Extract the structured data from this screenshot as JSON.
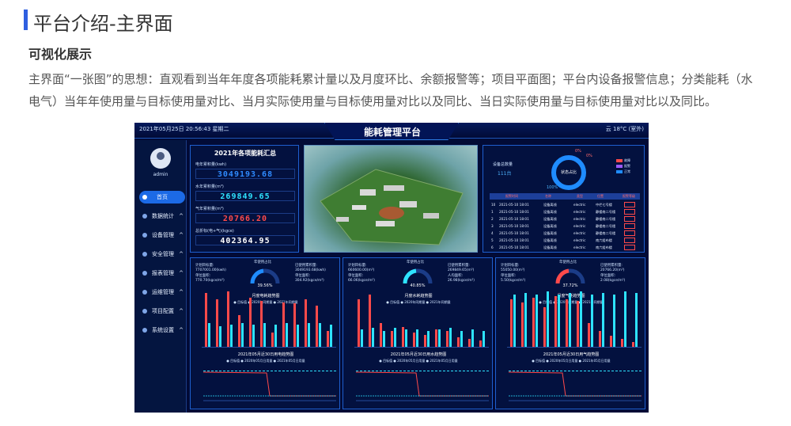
{
  "header": {
    "title": "平台介绍-主界面",
    "subtitle": "可视化展示",
    "description": "主界面“一张图”的思想：直观看到当年年度各项能耗累计量以及月度环比、余额报警等；项目平面图；平台内设备报警信息；分类能耗（水电气）当年年使用量与目标使用量对比、当月实际使用量与目标使用量对比以及同比、当日实际使用量与目标使用量对比以及同比。"
  },
  "dashboard": {
    "datetime": "2021年05月25日 20:56:43 星期二",
    "title": "能耗管理平台",
    "weather": "云    18°C (室外)",
    "user": "admin",
    "nav": [
      {
        "label": "首页",
        "active": true
      },
      {
        "label": "数据统计"
      },
      {
        "label": "设备管理"
      },
      {
        "label": "安全管理"
      },
      {
        "label": "报表管理"
      },
      {
        "label": "运维管理"
      },
      {
        "label": "项目配置"
      },
      {
        "label": "系统设置"
      }
    ],
    "nav_chevron": "^",
    "summary": {
      "title": "2021年各项能耗汇总",
      "items": [
        {
          "label": "电年累积量(kwh)",
          "value": "3049193.68",
          "color": "#2f8bff"
        },
        {
          "label": "水年累积量(m³)",
          "value": "269849.65",
          "color": "#2ee3ff"
        },
        {
          "label": "气年累积量(m³)",
          "value": "20766.20",
          "color": "#ff4a4a"
        },
        {
          "label": "总折标(电+气)(kgce)",
          "value": "402364.95",
          "color": "#ffffff"
        }
      ]
    },
    "alarm": {
      "sub_label": "设备总数量",
      "count": "111台",
      "ring_label": "状态占比",
      "pct_top": "0%",
      "pct_top2": "0%",
      "pct_bottom": "100%",
      "legend": [
        "故障",
        "报警",
        "正常"
      ],
      "legend_colors": [
        "#ff4a4a",
        "#9b59ff",
        "#1f8cff"
      ],
      "headers": [
        "报警时间",
        "名称",
        "类型",
        "位置",
        "报警等级"
      ],
      "rows": [
        {
          "no": "10",
          "time": "2021-05-10 18:01",
          "name": "设备离线",
          "type": "electric",
          "loc": "中栏七号楼"
        },
        {
          "no": "1",
          "time": "2021-05-10 18:01",
          "name": "设备离线",
          "type": "electric",
          "loc": "静楼南二号楼"
        },
        {
          "no": "2",
          "time": "2021-05-10 18:01",
          "name": "设备离线",
          "type": "electric",
          "loc": "静楼南二号楼"
        },
        {
          "no": "3",
          "time": "2021-05-10 18:01",
          "name": "设备离线",
          "type": "electric",
          "loc": "静楼南二号楼"
        },
        {
          "no": "4",
          "time": "2021-05-10 18:01",
          "name": "设备离线",
          "type": "electric",
          "loc": "静楼南二号楼"
        },
        {
          "no": "5",
          "time": "2021-05-10 18:01",
          "name": "设备离线",
          "type": "electric",
          "loc": "南六组布楼"
        },
        {
          "no": "6",
          "time": "2021-05-10 18:01",
          "name": "设备离线",
          "type": "electric",
          "loc": "南六组布楼"
        }
      ]
    },
    "bottom": [
      {
        "target_label": "计划目标量:",
        "target": "7707001.00(kwh)",
        "unit_label": "单位面积:",
        "unit": "770.70(kgce/m²)",
        "gauge_label": "年使用占比",
        "pct": "39.56%",
        "used_label": "已使用累积量:",
        "used": "3049193.68(kwh)",
        "used_unit_label": "单位面积:",
        "used_unit": "304.92(kgce/m²)",
        "month_title": "月度电耗趋势图",
        "legend1": "● 目标值  ● 2020年同期量  ● 2021年同期量",
        "day_title": "2021年05月近30日用电趋势图",
        "legend2": "● 目标值  ● 2020年05月日用量  ● 2021年05月日用量",
        "color": "#ff4a4a",
        "gcolor": "#1f8cff"
      },
      {
        "target_label": "计划目标量:",
        "target": "660600.00(m³)",
        "unit_label": "单位面积:",
        "unit": "66.06(kgce/m²)",
        "gauge_label": "年使用占比",
        "pct": "40.85%",
        "used_label": "已使用累积量:",
        "used": "269849.65(m³)",
        "used_unit_label": "人均面积:",
        "used_unit": "26.98(kgce/m²)",
        "month_title": "月度水耗趋势图",
        "legend1": "● 目标值  ● 2020年同期量  ● 2021年同期量",
        "day_title": "2021年05月近30日用水趋势图",
        "legend2": "● 目标值  ● 2020年05月日用量  ● 2021年05月日用量",
        "color": "#ff4a4a",
        "gcolor": "#2ee3ff"
      },
      {
        "target_label": "计划目标量:",
        "target": "55050.00(m³)",
        "unit_label": "单位面积:",
        "unit": "5.50(kgce/m²)",
        "gauge_label": "年使用占比",
        "pct": "37.72%",
        "used_label": "已使用累积量:",
        "used": "20766.20(m³)",
        "used_unit_label": "单位面积:",
        "used_unit": "2.08(kgce/m²)",
        "month_title": "月度气耗趋势图",
        "legend1": "● 目标值  ● 2020年同期量  ● 2021年同期量",
        "day_title": "2021年05月近30日用气趋势图",
        "legend2": "● 目标值  ● 2020年05月日用量  ● 2021年05月日用量",
        "color": "#ff4a4a",
        "gcolor": "#ff4a4a"
      }
    ]
  }
}
